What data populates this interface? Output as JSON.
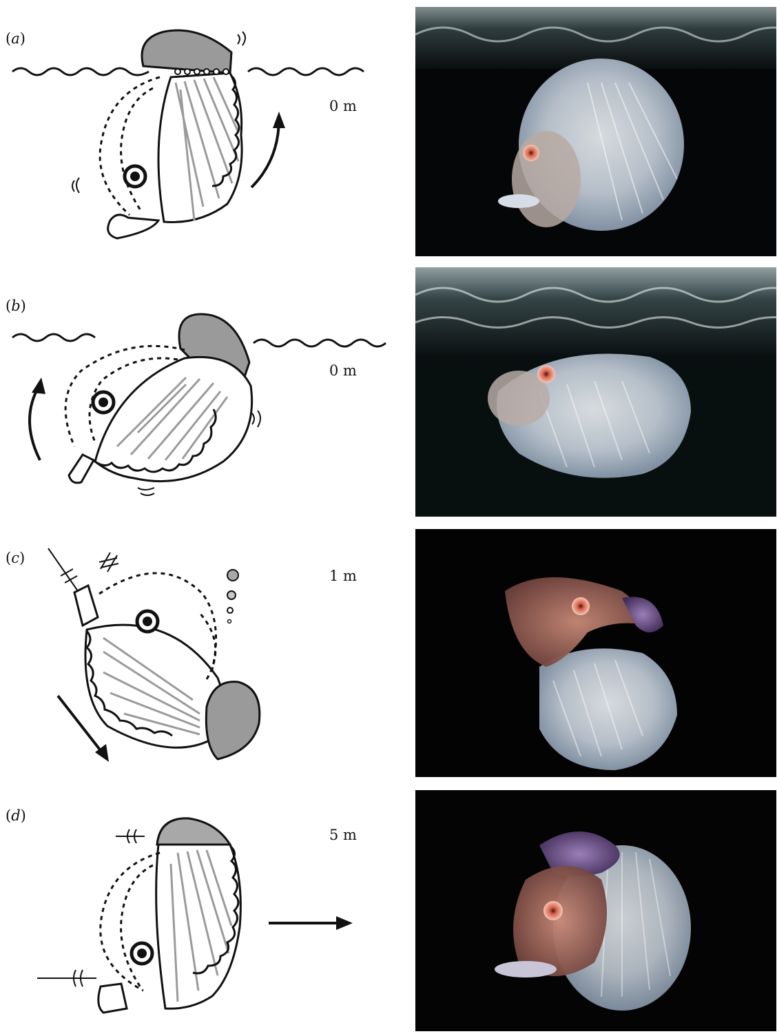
{
  "panels": [
    {
      "label_open": "(",
      "label_letter": "a",
      "label_close": ")",
      "depth": "0 m"
    },
    {
      "label_open": "(",
      "label_letter": "b",
      "label_close": ")",
      "depth": "0 m"
    },
    {
      "label_open": "(",
      "label_letter": "c",
      "label_close": ")",
      "depth": "1 m"
    },
    {
      "label_open": "(",
      "label_letter": "d",
      "label_close": ")",
      "depth": "5 m"
    }
  ],
  "colors": {
    "ink": "#111111",
    "shell_grey": "#9a9a9a",
    "keel_grey": "#a8a8a8",
    "photo_bg": "#050607",
    "water_surface": "#1e2a2c"
  }
}
